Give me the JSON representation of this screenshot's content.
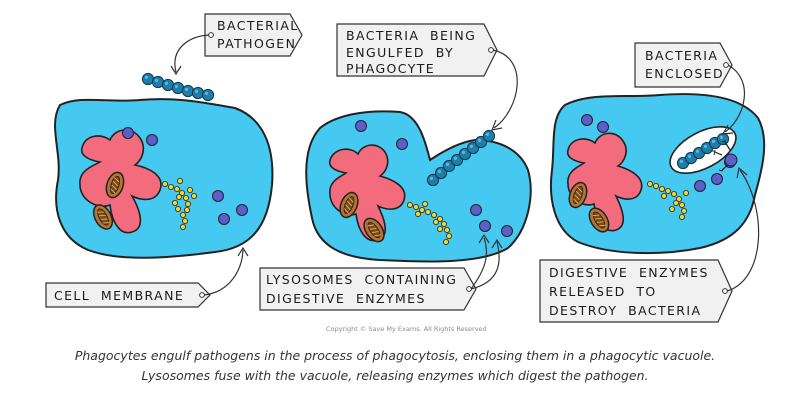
{
  "labels": {
    "bacterial_pathogen": [
      "BACTERIAL",
      "PATHOGEN"
    ],
    "bacteria_engulfed": [
      "BACTERIA  BEING",
      "ENGULFED  BY",
      "PHAGOCYTE"
    ],
    "bacteria_enclosed": [
      "BACTERIA",
      "ENCLOSED"
    ],
    "cell_membrane": "CELL  MEMBRANE",
    "lysosomes": [
      "LYSOSOMES  CONTAINING",
      "DIGESTIVE  ENZYMES"
    ],
    "digestive_enzymes": [
      "DIGESTIVE  ENZYMES",
      "RELEASED  TO",
      "DESTROY  BACTERIA"
    ]
  },
  "copyright": "Copyright © Save My Exams. All Rights Reserved",
  "caption": {
    "line1": "Phagocytes engulf pathogens in the process of phagocytosis, enclosing them in a phagocytic vacuole.",
    "line2": "Lysosomes fuse with the vacuole, releasing enzymes which digest the pathogen."
  },
  "colors": {
    "cytoplasm": "#45c9f0",
    "nucleus": "#f26c7e",
    "mitochondria": "#b8742e",
    "granules": "#f0d430",
    "lysosome": "#5b5fc9",
    "bacteria": "#1f7ea8",
    "outline": "#222222"
  }
}
